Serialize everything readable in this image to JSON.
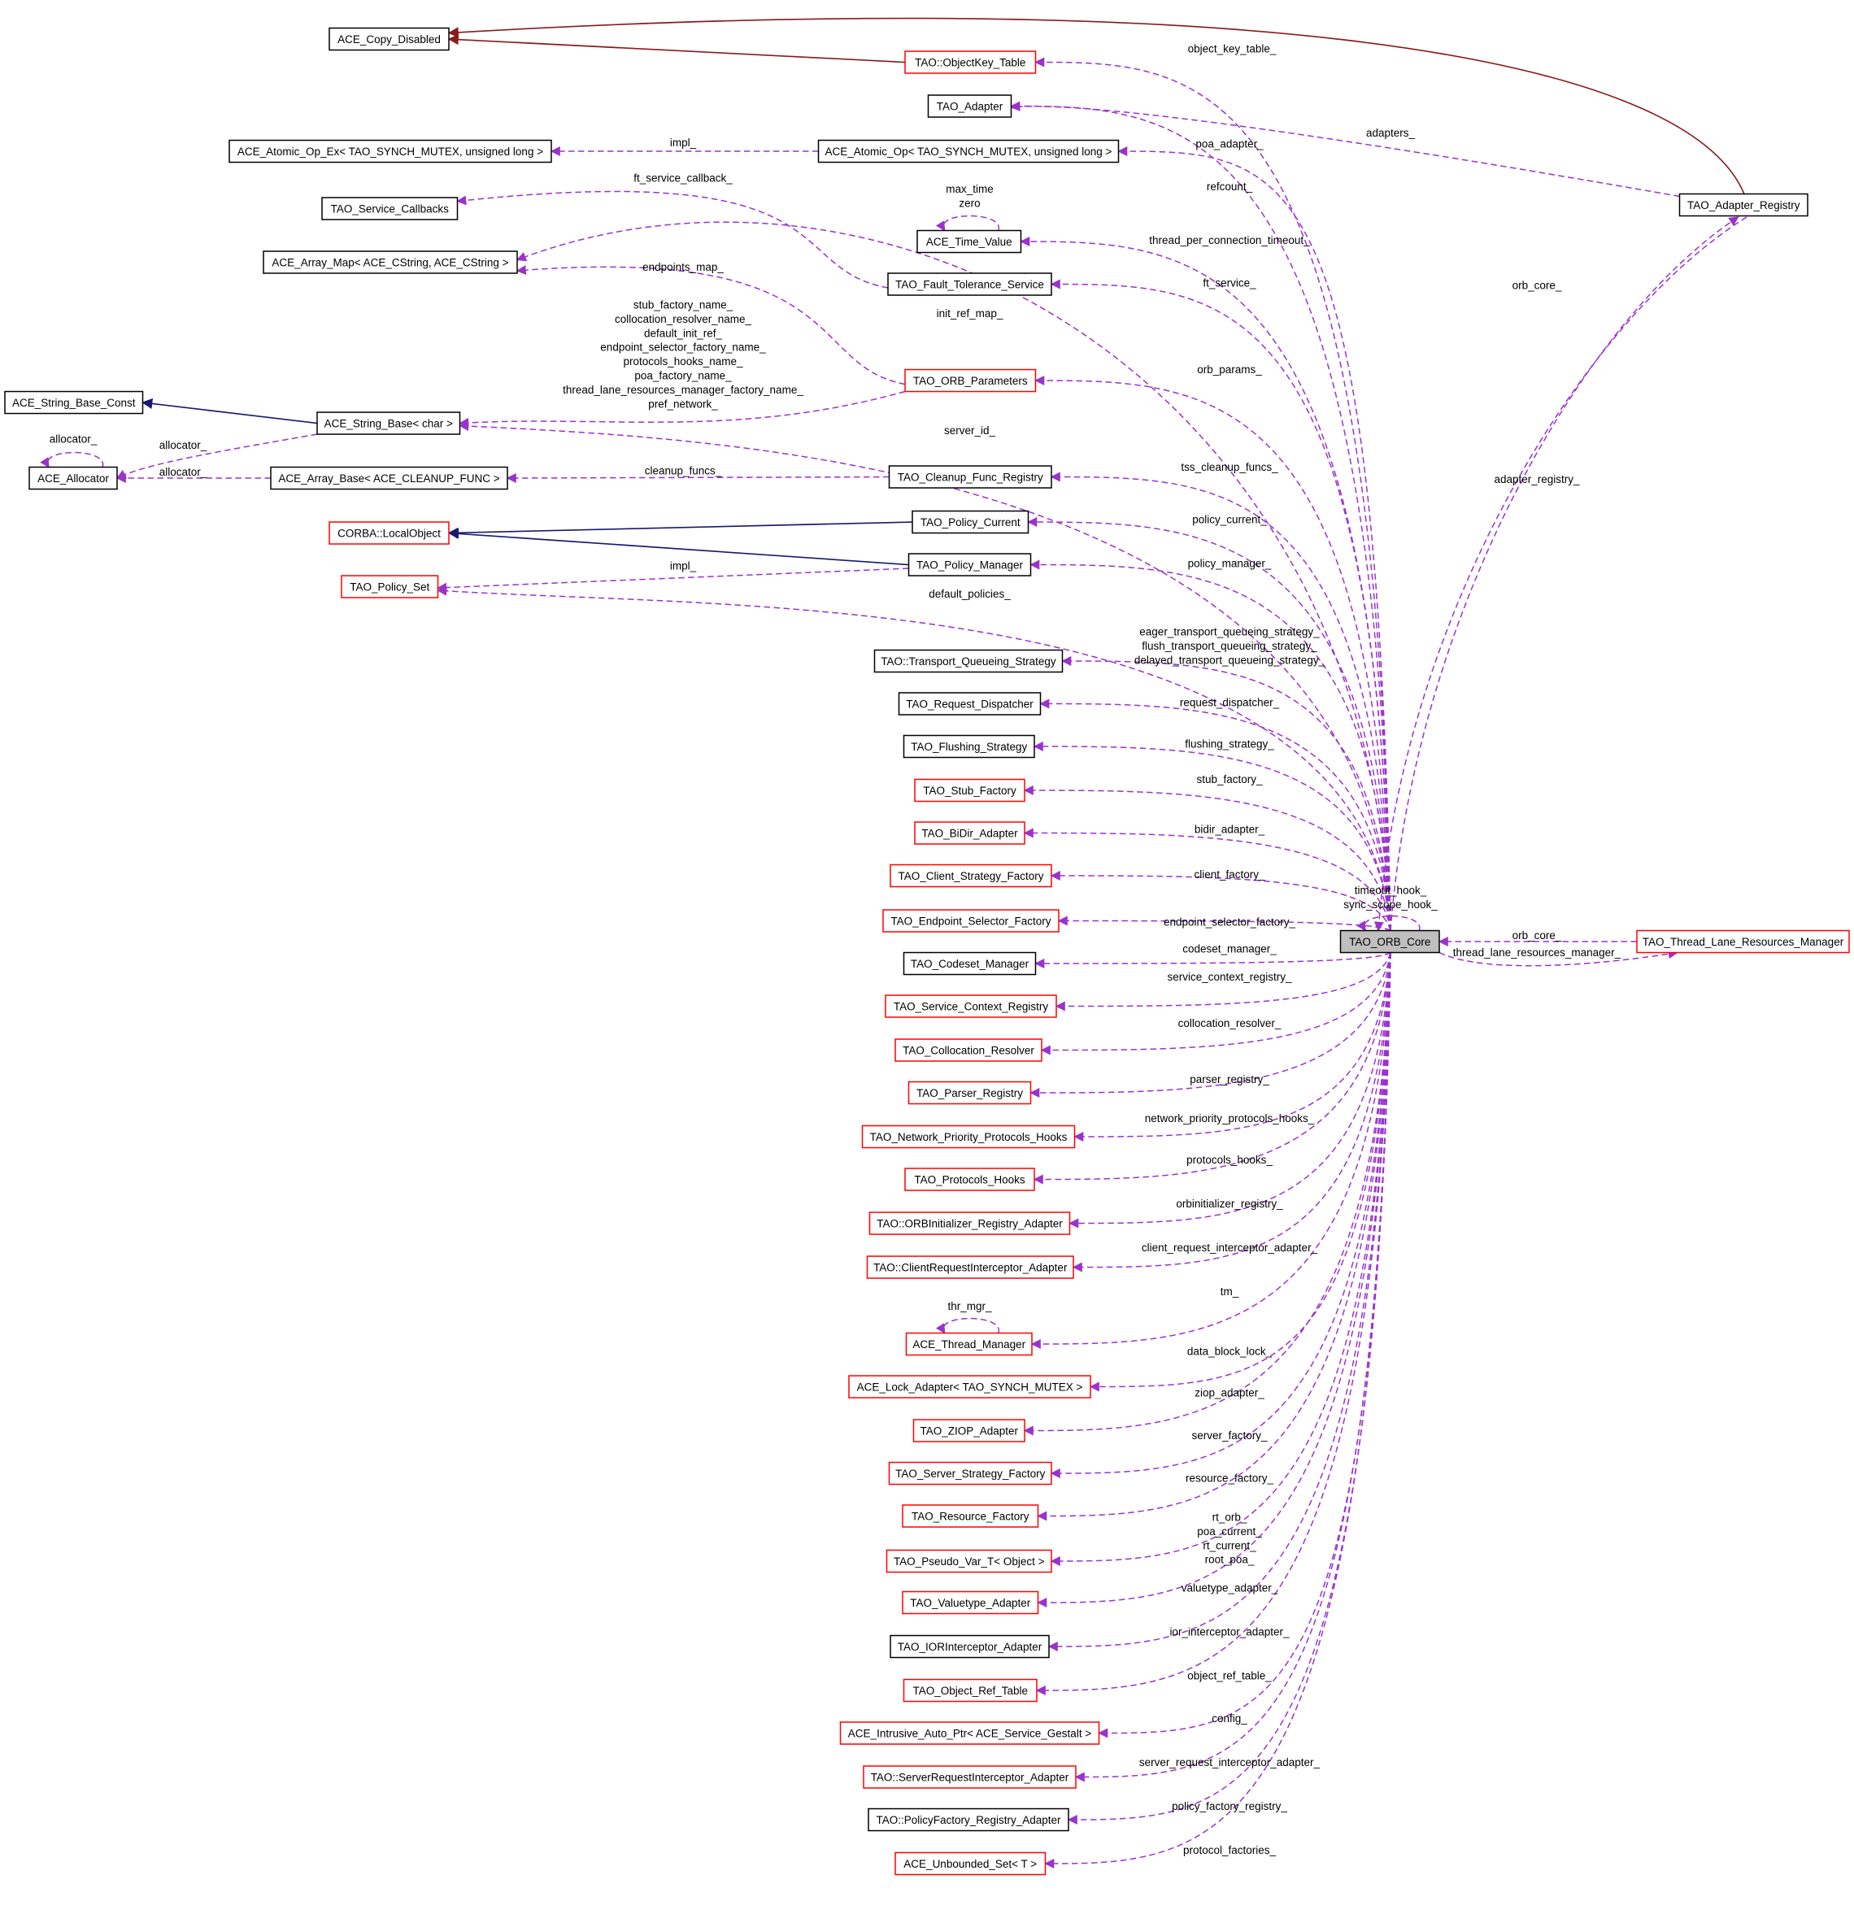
{
  "colors": {
    "usage_edge": "#9a32cd",
    "inherit_red": "#8b1a1a",
    "inherit_blue": "#191970",
    "incomplete_border": "#ff0000",
    "focus_fill": "#bfbfbf"
  },
  "nodes": [
    {
      "id": "copy",
      "label": "ACE_Copy_Disabled",
      "border": "black"
    },
    {
      "id": "okt",
      "label": "TAO::ObjectKey_Table",
      "border": "red"
    },
    {
      "id": "adapter",
      "label": "TAO_Adapter",
      "border": "black"
    },
    {
      "id": "atomex",
      "label": "ACE_Atomic_Op_Ex< TAO_SYNCH_MUTEX, unsigned long >",
      "border": "black"
    },
    {
      "id": "atom",
      "label": "ACE_Atomic_Op< TAO_SYNCH_MUTEX, unsigned long >",
      "border": "black"
    },
    {
      "id": "svccb",
      "label": "TAO_Service_Callbacks",
      "border": "black"
    },
    {
      "id": "timev",
      "label": "ACE_Time_Value",
      "border": "black"
    },
    {
      "id": "amap",
      "label": "ACE_Array_Map< ACE_CString, ACE_CString >",
      "border": "black"
    },
    {
      "id": "fts",
      "label": "TAO_Fault_Tolerance_Service",
      "border": "black"
    },
    {
      "id": "orbp",
      "label": "TAO_ORB_Parameters",
      "border": "red"
    },
    {
      "id": "sbc",
      "label": "ACE_String_Base_Const",
      "border": "black"
    },
    {
      "id": "sb",
      "label": "ACE_String_Base< char >",
      "border": "black"
    },
    {
      "id": "alloc",
      "label": "ACE_Allocator",
      "border": "black"
    },
    {
      "id": "abase",
      "label": "ACE_Array_Base< ACE_CLEANUP_FUNC >",
      "border": "black"
    },
    {
      "id": "cfr",
      "label": "TAO_Cleanup_Func_Registry",
      "border": "black"
    },
    {
      "id": "lobj",
      "label": "CORBA::LocalObject",
      "border": "red"
    },
    {
      "id": "pcur",
      "label": "TAO_Policy_Current",
      "border": "black"
    },
    {
      "id": "pman",
      "label": "TAO_Policy_Manager",
      "border": "black"
    },
    {
      "id": "pset",
      "label": "TAO_Policy_Set",
      "border": "red"
    },
    {
      "id": "tqs",
      "label": "TAO::Transport_Queueing_Strategy",
      "border": "black"
    },
    {
      "id": "rdisp",
      "label": "TAO_Request_Dispatcher",
      "border": "black"
    },
    {
      "id": "flush",
      "label": "TAO_Flushing_Strategy",
      "border": "black"
    },
    {
      "id": "stubf",
      "label": "TAO_Stub_Factory",
      "border": "red"
    },
    {
      "id": "bidir",
      "label": "TAO_BiDir_Adapter",
      "border": "red"
    },
    {
      "id": "csf",
      "label": "TAO_Client_Strategy_Factory",
      "border": "red"
    },
    {
      "id": "esf",
      "label": "TAO_Endpoint_Selector_Factory",
      "border": "red"
    },
    {
      "id": "csm",
      "label": "TAO_Codeset_Manager",
      "border": "black"
    },
    {
      "id": "scr",
      "label": "TAO_Service_Context_Registry",
      "border": "red"
    },
    {
      "id": "colr",
      "label": "TAO_Collocation_Resolver",
      "border": "red"
    },
    {
      "id": "parser",
      "label": "TAO_Parser_Registry",
      "border": "red"
    },
    {
      "id": "nph",
      "label": "TAO_Network_Priority_Protocols_Hooks",
      "border": "red"
    },
    {
      "id": "ph",
      "label": "TAO_Protocols_Hooks",
      "border": "red"
    },
    {
      "id": "orbi",
      "label": "TAO::ORBInitializer_Registry_Adapter",
      "border": "red"
    },
    {
      "id": "cria",
      "label": "TAO::ClientRequestInterceptor_Adapter",
      "border": "red"
    },
    {
      "id": "thrm",
      "label": "ACE_Thread_Manager",
      "border": "red"
    },
    {
      "id": "lock",
      "label": "ACE_Lock_Adapter< TAO_SYNCH_MUTEX >",
      "border": "red"
    },
    {
      "id": "ziop",
      "label": "TAO_ZIOP_Adapter",
      "border": "red"
    },
    {
      "id": "ssf",
      "label": "TAO_Server_Strategy_Factory",
      "border": "red"
    },
    {
      "id": "rf",
      "label": "TAO_Resource_Factory",
      "border": "red"
    },
    {
      "id": "pvar",
      "label": "TAO_Pseudo_Var_T< Object >",
      "border": "red"
    },
    {
      "id": "vta",
      "label": "TAO_Valuetype_Adapter",
      "border": "red"
    },
    {
      "id": "iora",
      "label": "TAO_IORInterceptor_Adapter",
      "border": "black"
    },
    {
      "id": "ort",
      "label": "TAO_Object_Ref_Table",
      "border": "red"
    },
    {
      "id": "iap",
      "label": "ACE_Intrusive_Auto_Ptr< ACE_Service_Gestalt >",
      "border": "red"
    },
    {
      "id": "sria",
      "label": "TAO::ServerRequestInterceptor_Adapter",
      "border": "red"
    },
    {
      "id": "pfra",
      "label": "TAO::PolicyFactory_Registry_Adapter",
      "border": "black"
    },
    {
      "id": "uset",
      "label": "ACE_Unbounded_Set< T >",
      "border": "red"
    },
    {
      "id": "core",
      "label": "TAO_ORB_Core",
      "border": "gray"
    },
    {
      "id": "areg",
      "label": "TAO_Adapter_Registry",
      "border": "black"
    },
    {
      "id": "tlrm",
      "label": "TAO_Thread_Lane_Resources_Manager",
      "border": "red"
    }
  ],
  "edges": [
    {
      "id": "e1",
      "from": "okt",
      "to": "copy",
      "kind": "inh-red",
      "labels": []
    },
    {
      "id": "e2",
      "from": "areg",
      "to": "copy",
      "kind": "inh-red",
      "labels": []
    },
    {
      "id": "e3",
      "from": "core",
      "to": "okt",
      "kind": "usage",
      "labels": [
        "object_key_table_"
      ]
    },
    {
      "id": "e4",
      "from": "core",
      "to": "adapter",
      "kind": "usage",
      "labels": [
        "poa_adapter_"
      ]
    },
    {
      "id": "e5",
      "from": "areg",
      "to": "adapter",
      "kind": "usage",
      "labels": [
        "adapters_"
      ]
    },
    {
      "id": "e6",
      "from": "atom",
      "to": "atomex",
      "kind": "usage",
      "labels": [
        "impl_"
      ]
    },
    {
      "id": "e7",
      "from": "core",
      "to": "atom",
      "kind": "usage",
      "labels": [
        "refcount_"
      ]
    },
    {
      "id": "e8",
      "from": "timev",
      "to": "timev",
      "kind": "usage",
      "labels": [
        "max_time",
        "zero"
      ]
    },
    {
      "id": "e9",
      "from": "core",
      "to": "timev",
      "kind": "usage",
      "labels": [
        "thread_per_connection_timeout_"
      ]
    },
    {
      "id": "e10",
      "from": "fts",
      "to": "svccb",
      "kind": "usage",
      "labels": [
        "ft_service_callback_"
      ]
    },
    {
      "id": "e11",
      "from": "orbp",
      "to": "amap",
      "kind": "usage",
      "labels": [
        "endpoints_map_"
      ]
    },
    {
      "id": "e12",
      "from": "core",
      "to": "fts",
      "kind": "usage",
      "labels": [
        "ft_service_"
      ]
    },
    {
      "id": "e13",
      "from": "core",
      "to": "amap",
      "kind": "usage",
      "labels": [
        "init_ref_map_"
      ]
    },
    {
      "id": "e14",
      "from": "areg",
      "to": "core",
      "kind": "usage",
      "labels": [
        "orb_core_"
      ]
    },
    {
      "id": "e15",
      "from": "orbp",
      "to": "sb",
      "kind": "usage",
      "labels": [
        "stub_factory_name_",
        "collocation_resolver_name_",
        "default_init_ref_",
        "endpoint_selector_factory_name_",
        "protocols_hooks_name_",
        "poa_factory_name_",
        "thread_lane_resources_manager_factory_name_",
        "pref_network_"
      ]
    },
    {
      "id": "e16",
      "from": "core",
      "to": "orbp",
      "kind": "usage",
      "labels": [
        "orb_params_"
      ]
    },
    {
      "id": "e17",
      "from": "core",
      "to": "sb",
      "kind": "usage",
      "labels": [
        "server_id_"
      ]
    },
    {
      "id": "e18",
      "from": "core",
      "to": "areg",
      "kind": "usage",
      "labels": [
        "adapter_registry_"
      ]
    },
    {
      "id": "e19",
      "from": "sb",
      "to": "sbc",
      "kind": "inh-blue",
      "labels": []
    },
    {
      "id": "e20",
      "from": "alloc",
      "to": "alloc",
      "kind": "usage",
      "labels": [
        "allocator_"
      ]
    },
    {
      "id": "e21",
      "from": "sb",
      "to": "alloc",
      "kind": "usage",
      "labels": [
        "allocator_"
      ]
    },
    {
      "id": "e22",
      "from": "abase",
      "to": "alloc",
      "kind": "usage",
      "labels": [
        "allocator_"
      ]
    },
    {
      "id": "e23",
      "from": "cfr",
      "to": "abase",
      "kind": "usage",
      "labels": [
        "cleanup_funcs_"
      ]
    },
    {
      "id": "e24",
      "from": "core",
      "to": "cfr",
      "kind": "usage",
      "labels": [
        "tss_cleanup_funcs_"
      ]
    },
    {
      "id": "e25",
      "from": "pcur",
      "to": "lobj",
      "kind": "inh-blue",
      "labels": []
    },
    {
      "id": "e26",
      "from": "pman",
      "to": "lobj",
      "kind": "inh-blue",
      "labels": []
    },
    {
      "id": "e27",
      "from": "core",
      "to": "pcur",
      "kind": "usage",
      "labels": [
        "policy_current_"
      ]
    },
    {
      "id": "e28",
      "from": "pman",
      "to": "pset",
      "kind": "usage",
      "labels": [
        "impl_"
      ]
    },
    {
      "id": "e29",
      "from": "core",
      "to": "pman",
      "kind": "usage",
      "labels": [
        "policy_manager_"
      ]
    },
    {
      "id": "e30",
      "from": "core",
      "to": "pset",
      "kind": "usage",
      "labels": [
        "default_policies_"
      ]
    },
    {
      "id": "e31",
      "from": "core",
      "to": "tqs",
      "kind": "usage",
      "labels": [
        "eager_transport_queueing_strategy_",
        "flush_transport_queueing_strategy_",
        "delayed_transport_queueing_strategy_"
      ]
    },
    {
      "id": "e32",
      "from": "core",
      "to": "rdisp",
      "kind": "usage",
      "labels": [
        "request_dispatcher_"
      ]
    },
    {
      "id": "e33",
      "from": "core",
      "to": "flush",
      "kind": "usage",
      "labels": [
        "flushing_strategy_"
      ]
    },
    {
      "id": "e34",
      "from": "core",
      "to": "stubf",
      "kind": "usage",
      "labels": [
        "stub_factory_"
      ]
    },
    {
      "id": "e35",
      "from": "core",
      "to": "bidir",
      "kind": "usage",
      "labels": [
        "bidir_adapter_"
      ]
    },
    {
      "id": "e36",
      "from": "core",
      "to": "csf",
      "kind": "usage",
      "labels": [
        "client_factory_"
      ]
    },
    {
      "id": "e37",
      "from": "core",
      "to": "core",
      "kind": "usage",
      "labels": [
        "timeout_hook_",
        "sync_scope_hook_"
      ]
    },
    {
      "id": "e38",
      "from": "core",
      "to": "esf",
      "kind": "usage",
      "labels": [
        "endpoint_selector_factory_"
      ]
    },
    {
      "id": "e39",
      "from": "tlrm",
      "to": "core",
      "kind": "usage",
      "labels": [
        "orb_core_"
      ]
    },
    {
      "id": "e40",
      "from": "core",
      "to": "tlrm",
      "kind": "usage",
      "labels": [
        "thread_lane_resources_manager_"
      ]
    },
    {
      "id": "e41",
      "from": "core",
      "to": "csm",
      "kind": "usage",
      "labels": [
        "codeset_manager_"
      ]
    },
    {
      "id": "e42",
      "from": "core",
      "to": "scr",
      "kind": "usage",
      "labels": [
        "service_context_registry_"
      ]
    },
    {
      "id": "e43",
      "from": "core",
      "to": "colr",
      "kind": "usage",
      "labels": [
        "collocation_resolver_"
      ]
    },
    {
      "id": "e44",
      "from": "core",
      "to": "parser",
      "kind": "usage",
      "labels": [
        "parser_registry_"
      ]
    },
    {
      "id": "e45",
      "from": "core",
      "to": "nph",
      "kind": "usage",
      "labels": [
        "network_priority_protocols_hooks_"
      ]
    },
    {
      "id": "e46",
      "from": "core",
      "to": "ph",
      "kind": "usage",
      "labels": [
        "protocols_hooks_"
      ]
    },
    {
      "id": "e47",
      "from": "core",
      "to": "orbi",
      "kind": "usage",
      "labels": [
        "orbinitializer_registry_"
      ]
    },
    {
      "id": "e48",
      "from": "core",
      "to": "cria",
      "kind": "usage",
      "labels": [
        "client_request_interceptor_adapter_"
      ]
    },
    {
      "id": "e49",
      "from": "thrm",
      "to": "thrm",
      "kind": "usage",
      "labels": [
        "thr_mgr_"
      ]
    },
    {
      "id": "e50",
      "from": "core",
      "to": "thrm",
      "kind": "usage",
      "labels": [
        "tm_"
      ]
    },
    {
      "id": "e51",
      "from": "core",
      "to": "lock",
      "kind": "usage",
      "labels": [
        "data_block_lock_"
      ]
    },
    {
      "id": "e52",
      "from": "core",
      "to": "ziop",
      "kind": "usage",
      "labels": [
        "ziop_adapter_"
      ]
    },
    {
      "id": "e53",
      "from": "core",
      "to": "ssf",
      "kind": "usage",
      "labels": [
        "server_factory_"
      ]
    },
    {
      "id": "e54",
      "from": "core",
      "to": "rf",
      "kind": "usage",
      "labels": [
        "resource_factory_"
      ]
    },
    {
      "id": "e55",
      "from": "core",
      "to": "pvar",
      "kind": "usage",
      "labels": [
        "rt_orb_",
        "poa_current_",
        "rt_current_",
        "root_poa_"
      ]
    },
    {
      "id": "e56",
      "from": "core",
      "to": "vta",
      "kind": "usage",
      "labels": [
        "valuetype_adapter_"
      ]
    },
    {
      "id": "e57",
      "from": "core",
      "to": "iora",
      "kind": "usage",
      "labels": [
        "ior_interceptor_adapter_"
      ]
    },
    {
      "id": "e58",
      "from": "core",
      "to": "ort",
      "kind": "usage",
      "labels": [
        "object_ref_table_"
      ]
    },
    {
      "id": "e59",
      "from": "core",
      "to": "iap",
      "kind": "usage",
      "labels": [
        "config_"
      ]
    },
    {
      "id": "e60",
      "from": "core",
      "to": "sria",
      "kind": "usage",
      "labels": [
        "server_request_interceptor_adapter_"
      ]
    },
    {
      "id": "e61",
      "from": "core",
      "to": "pfra",
      "kind": "usage",
      "labels": [
        "policy_factory_registry_"
      ]
    },
    {
      "id": "e62",
      "from": "core",
      "to": "uset",
      "kind": "usage",
      "labels": [
        "protocol_factories_"
      ]
    }
  ]
}
